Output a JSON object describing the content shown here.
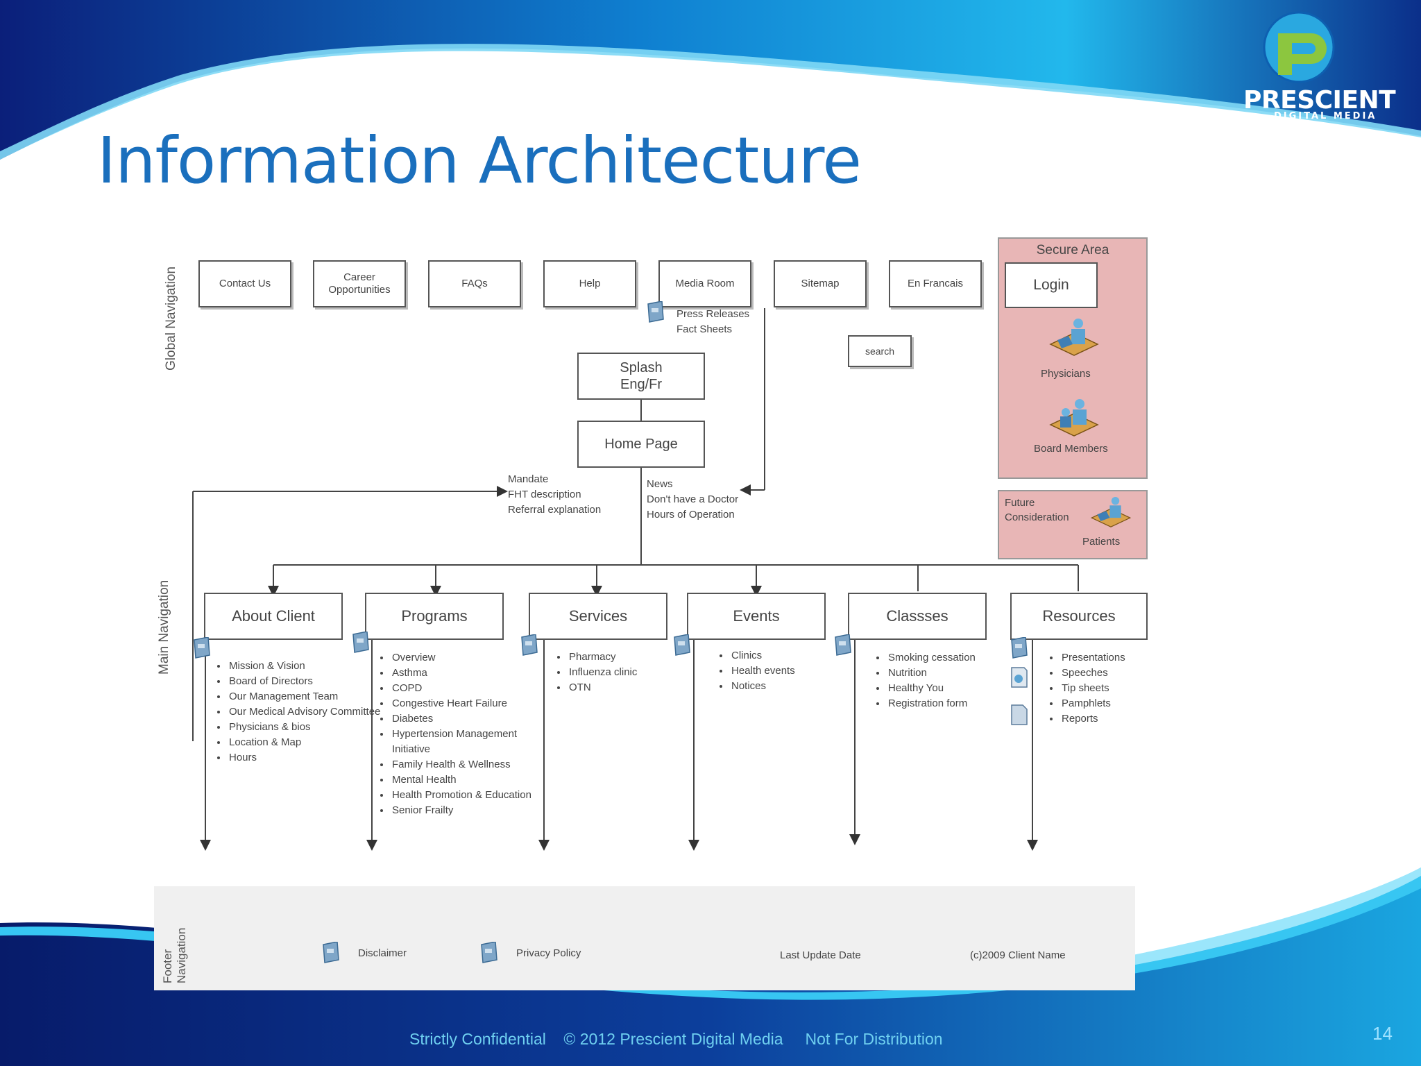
{
  "slide": {
    "title": "Information Architecture",
    "footer_text": "Strictly Confidential    © 2012 Prescient Digital Media     Not For Distribution",
    "page_number": "14",
    "logo": {
      "name": "PRESCIENT",
      "sub": "DIGITAL MEDIA"
    }
  },
  "diagram": {
    "section_labels": {
      "global": "Global Navigation",
      "main": "Main Navigation",
      "footer": "Footer\nNavigation"
    },
    "global_nav": [
      {
        "label": "Contact Us"
      },
      {
        "label": "Career\nOpportunities"
      },
      {
        "label": "FAQs"
      },
      {
        "label": "Help"
      },
      {
        "label": "Media Room"
      },
      {
        "label": "Sitemap"
      },
      {
        "label": "En Francais"
      }
    ],
    "media_room_children": [
      "Press Releases",
      "Fact Sheets"
    ],
    "search_label": "search",
    "splash": "Splash\nEng/Fr",
    "home": "Home Page",
    "home_left_notes": [
      "Mandate",
      "FHT description",
      "Referral explanation"
    ],
    "home_right_notes": [
      "News",
      "Don't have a Doctor",
      "Hours of Operation"
    ],
    "secure_area": {
      "title": "Secure Area",
      "login": "Login",
      "physicians": "Physicians",
      "board": "Board Members"
    },
    "future": {
      "label": "Future\nConsideration",
      "patients": "Patients"
    },
    "main_nav": [
      {
        "label": "About Client",
        "items": [
          "Mission & Vision",
          "Board of Directors",
          "Our Management Team",
          "Our Medical Advisory Committee",
          "Physicians & bios",
          "Location & Map",
          "Hours"
        ]
      },
      {
        "label": "Programs",
        "items": [
          "Overview",
          "Asthma",
          "COPD",
          "Congestive Heart Failure",
          "Diabetes",
          "Hypertension Management Initiative",
          "Family Health & Wellness",
          "Mental Health",
          "Health Promotion & Education",
          "Senior Frailty"
        ]
      },
      {
        "label": "Services",
        "items": [
          "Pharmacy",
          "Influenza clinic",
          "OTN"
        ]
      },
      {
        "label": "Events",
        "items": [
          "Clinics",
          "Health events",
          "Notices"
        ]
      },
      {
        "label": "Classses",
        "items": [
          "Smoking cessation",
          "Nutrition",
          "Healthy You",
          "Registration form"
        ]
      },
      {
        "label": "Resources",
        "items": [
          "Presentations",
          "Speeches",
          "Tip sheets",
          "Pamphlets",
          "Reports"
        ]
      }
    ],
    "footer_nav": {
      "disclaimer": "Disclaimer",
      "privacy": "Privacy Policy",
      "last_update": "Last Update Date",
      "copyright": "(c)2009 Client Name"
    }
  },
  "colors": {
    "title_blue": "#1a6fbd",
    "banner_dark": "#0a1a6e",
    "banner_light": "#12b4ec",
    "secure_pink": "#e8b6b6"
  }
}
